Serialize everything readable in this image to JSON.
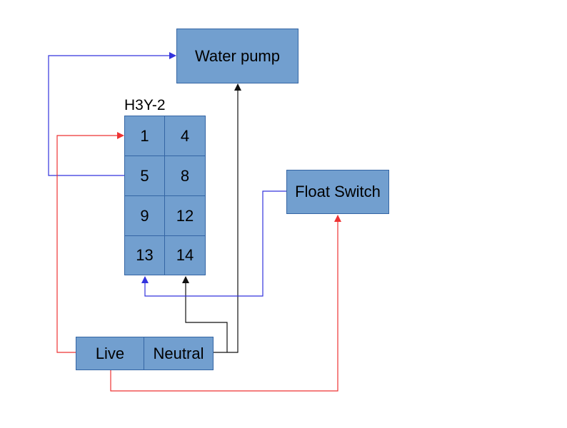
{
  "pump": {
    "label": "Water pump"
  },
  "float_switch": {
    "label": "Float Switch"
  },
  "relay": {
    "title": "H3Y-2",
    "pins": [
      "1",
      "4",
      "5",
      "8",
      "9",
      "12",
      "13",
      "14"
    ]
  },
  "power": {
    "live": "Live",
    "neutral": "Neutral"
  },
  "colors": {
    "live": "#ee3333",
    "neutral": "#111111",
    "control": "#3333dd",
    "box": "#729fcf",
    "box_border": "#3465a4"
  }
}
